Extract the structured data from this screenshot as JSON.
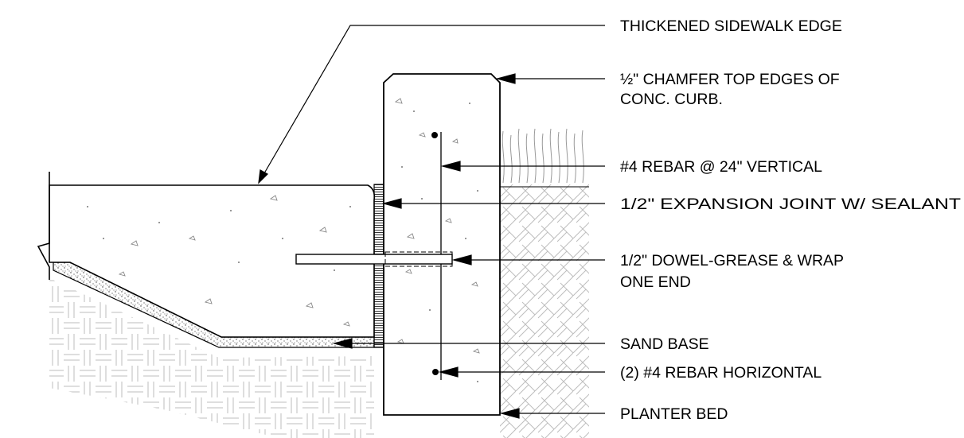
{
  "diagram": {
    "labels": {
      "thickened_sidewalk_edge": "THICKENED SIDEWALK EDGE",
      "chamfer_line1": "½\" CHAMFER TOP EDGES OF",
      "chamfer_line2": "CONC. CURB.",
      "rebar_vertical": "#4 REBAR @ 24\" VERTICAL",
      "expansion_joint": "1/2\" EXPANSION JOINT W/ SEALANT",
      "dowel_line1": "1/2\" DOWEL-GREASE & WRAP",
      "dowel_line2": "ONE END",
      "sand_base": "SAND BASE",
      "rebar_horizontal": "(2) #4 REBAR HORIZONTAL",
      "planter_bed": "PLANTER BED"
    },
    "colors": {
      "linework": "#000000",
      "hatch": "#bdbdbd",
      "background": "#ffffff"
    }
  }
}
